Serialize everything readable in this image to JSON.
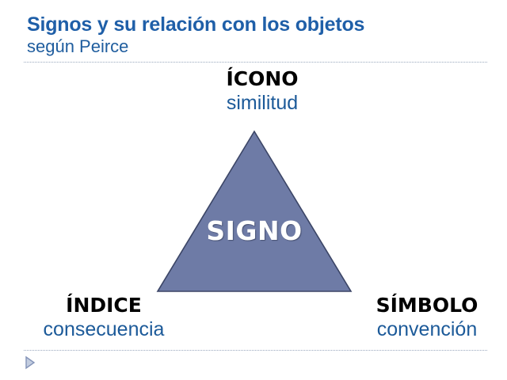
{
  "header": {
    "title": "Signos y su relación con los objetos",
    "subtitle": "según Peirce"
  },
  "diagram": {
    "center_label": "SIGNO",
    "vertices": [
      {
        "term": "ÍCONO",
        "description": "similitud"
      },
      {
        "term": "ÍNDICE",
        "description": "consecuencia"
      },
      {
        "term": "SÍMBOLO",
        "description": "convención"
      }
    ]
  },
  "colors": {
    "title_blue": "#1f5fa8",
    "subtitle_blue": "#1f5d9e",
    "description_blue": "#1c5a99",
    "triangle_fill": "#6e7ba6",
    "triangle_stroke": "#3b4566",
    "center_label": "#ffffff",
    "term_black": "#000000",
    "rule_dotted": "#9aa8bd",
    "marker_blue": "#8494b8",
    "background": "#ffffff"
  },
  "icons": {
    "advance_marker": "play-triangle-icon"
  }
}
